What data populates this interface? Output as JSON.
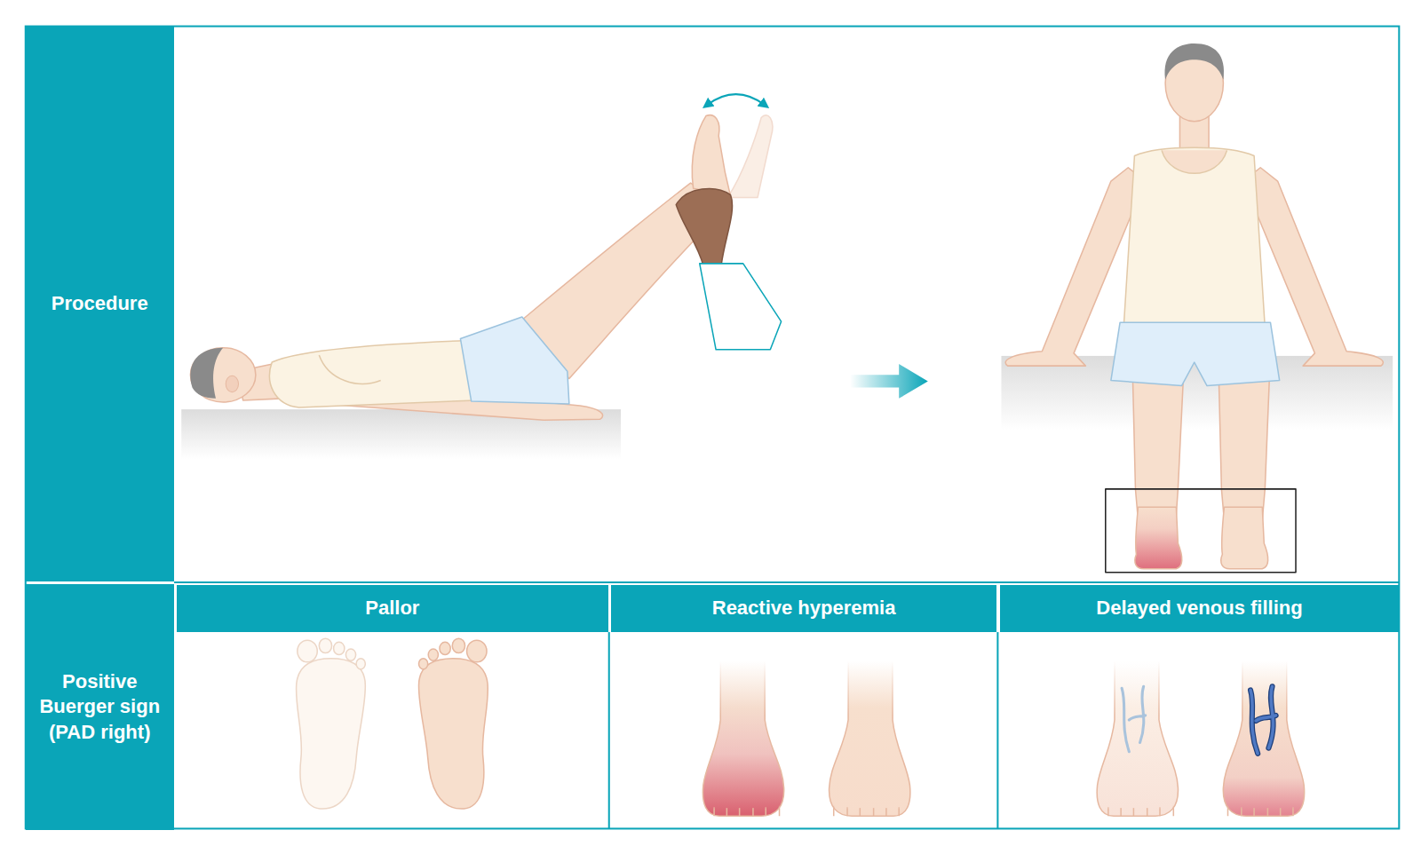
{
  "diagram": {
    "nodes": [
      {
        "text": [
          "Procedure"
        ]
      },
      {
        "text": [
          "Positive Buerger sign (PAD right)"
        ]
      },
      {
        "text": [
          "Pallor"
        ]
      },
      {
        "text": [
          "Reactive hyperemia"
        ]
      },
      {
        "text": [
          "Delayed venous filling"
        ]
      }
    ]
  }
}
